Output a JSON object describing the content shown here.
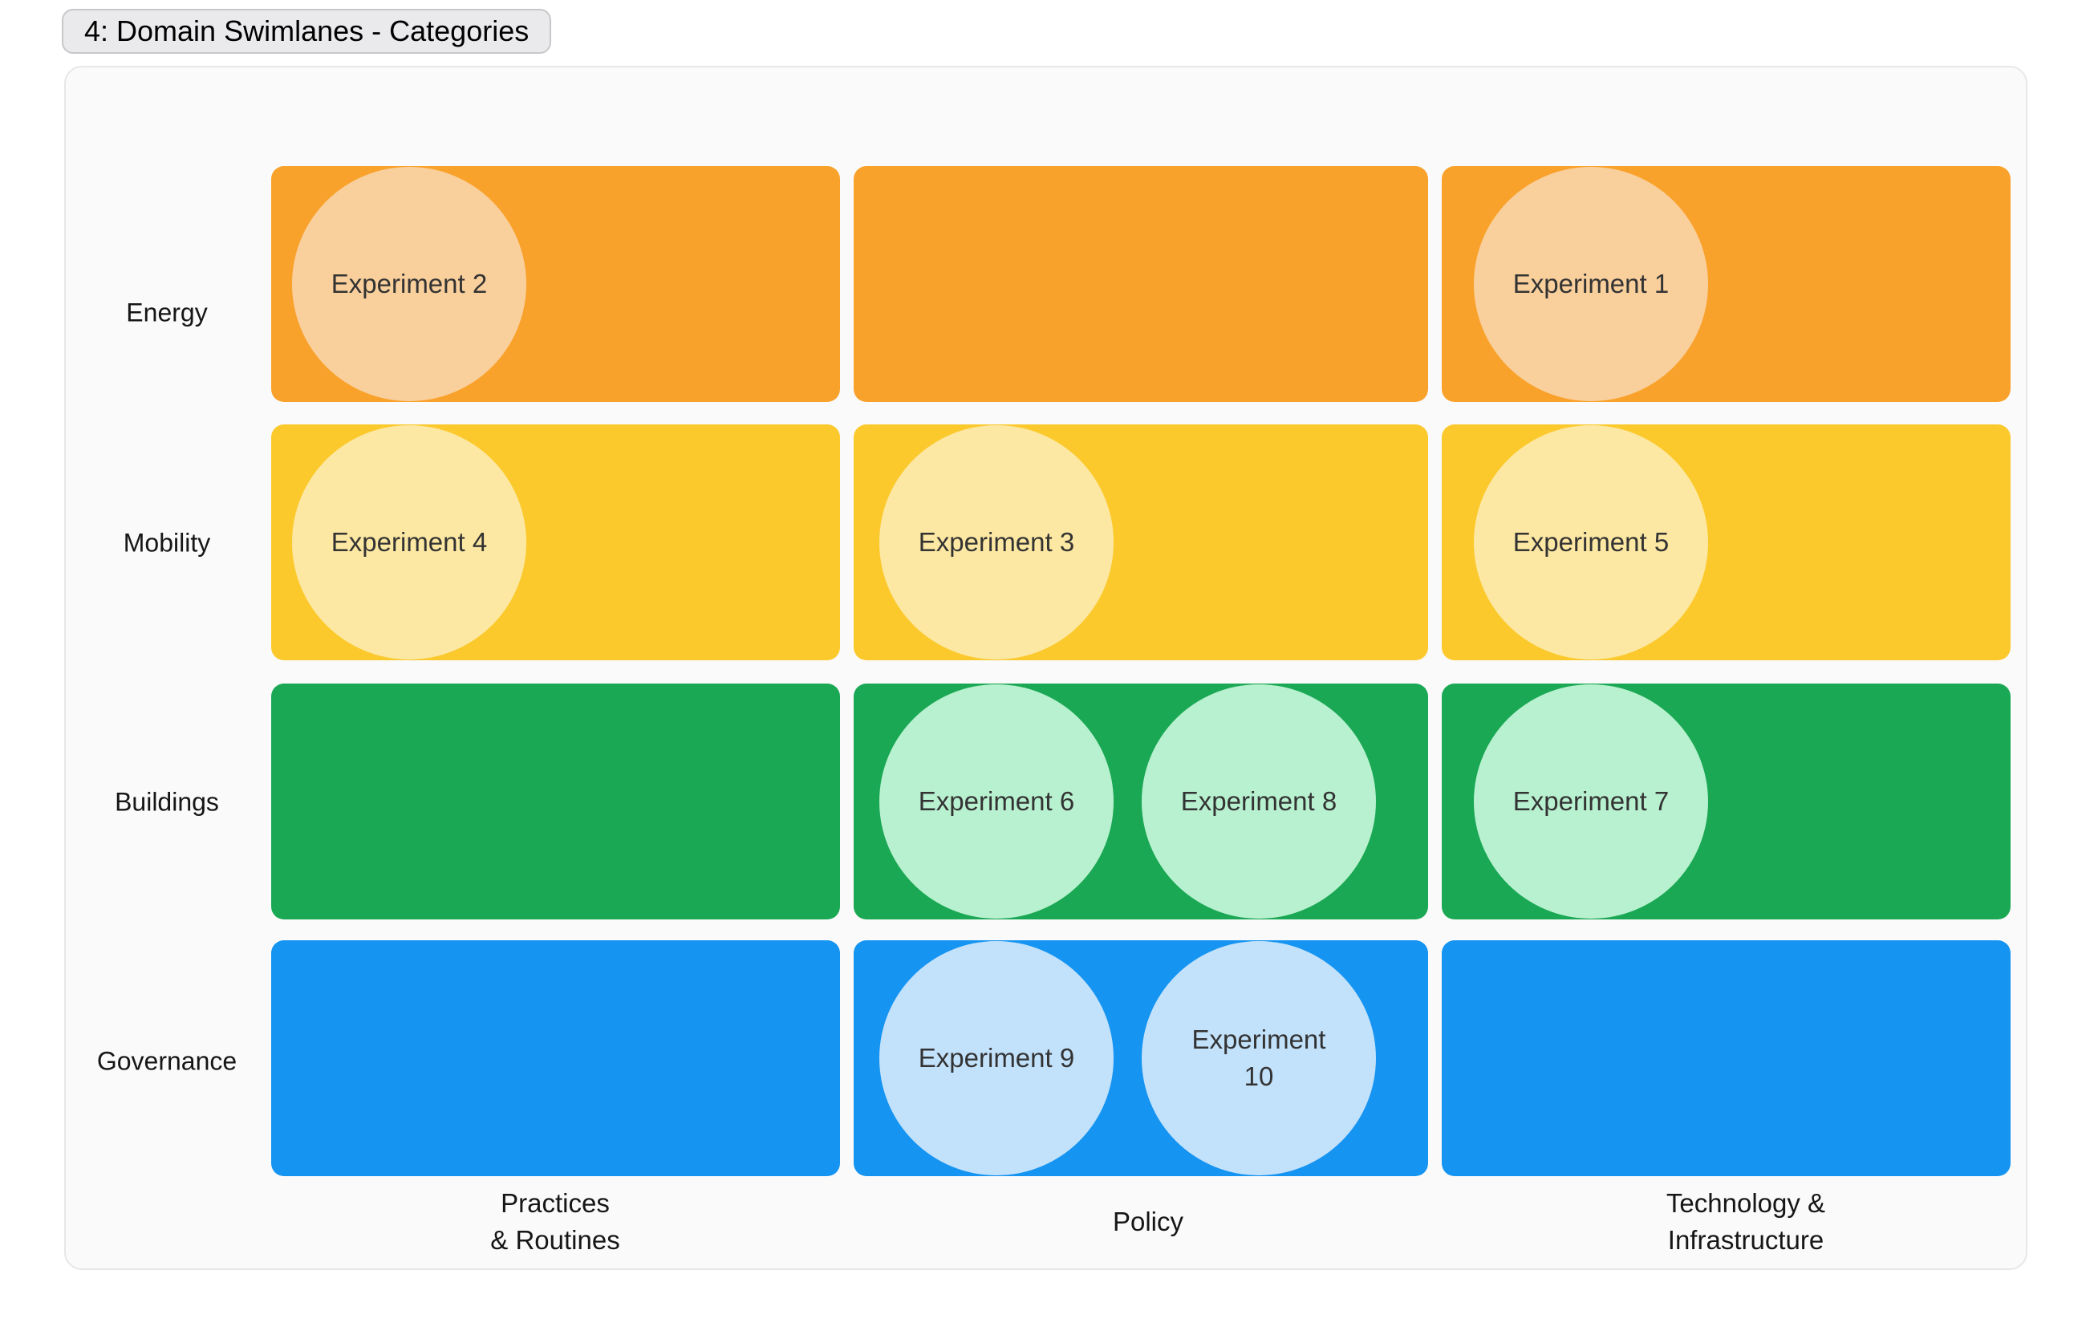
{
  "title": "4: Domain Swimlanes - Categories",
  "colors": {
    "page_background": "#ffffff",
    "card_background": "#fafafa",
    "card_border": "#e7e7e9",
    "badge_background": "#eaeaec",
    "badge_border": "#c8c8cb",
    "label_text": "#161616",
    "circle_text": "#333333"
  },
  "rows": [
    {
      "label": "Energy",
      "lane_color": "#f9a22b",
      "circle_color": "#f9cf9c"
    },
    {
      "label": "Mobility",
      "lane_color": "#fcc92d",
      "circle_color": "#fce8a2"
    },
    {
      "label": "Buildings",
      "lane_color": "#1aa854",
      "circle_color": "#b8f1cf"
    },
    {
      "label": "Governance",
      "lane_color": "#1594f1",
      "circle_color": "#c2e1fb"
    }
  ],
  "columns": [
    {
      "label": "Practices & Routines",
      "label_lines": [
        "Practices",
        "& Routines"
      ]
    },
    {
      "label": "Policy",
      "label_lines": [
        "Policy"
      ]
    },
    {
      "label": "Technology & Infrastructure",
      "label_lines": [
        "Technology &",
        "Infrastructure"
      ]
    }
  ],
  "experiments": [
    {
      "label": "Experiment 1",
      "row": "Energy",
      "column": "Technology & Infrastructure"
    },
    {
      "label": "Experiment 2",
      "row": "Energy",
      "column": "Practices & Routines"
    },
    {
      "label": "Experiment 3",
      "row": "Mobility",
      "column": "Policy"
    },
    {
      "label": "Experiment 4",
      "row": "Mobility",
      "column": "Practices & Routines"
    },
    {
      "label": "Experiment 5",
      "row": "Mobility",
      "column": "Technology & Infrastructure"
    },
    {
      "label": "Experiment 6",
      "row": "Buildings",
      "column": "Policy"
    },
    {
      "label": "Experiment 7",
      "row": "Buildings",
      "column": "Technology & Infrastructure"
    },
    {
      "label": "Experiment 8",
      "row": "Buildings",
      "column": "Policy"
    },
    {
      "label": "Experiment 9",
      "row": "Governance",
      "column": "Policy"
    },
    {
      "label": "Experiment 10",
      "row": "Governance",
      "column": "Policy"
    }
  ]
}
